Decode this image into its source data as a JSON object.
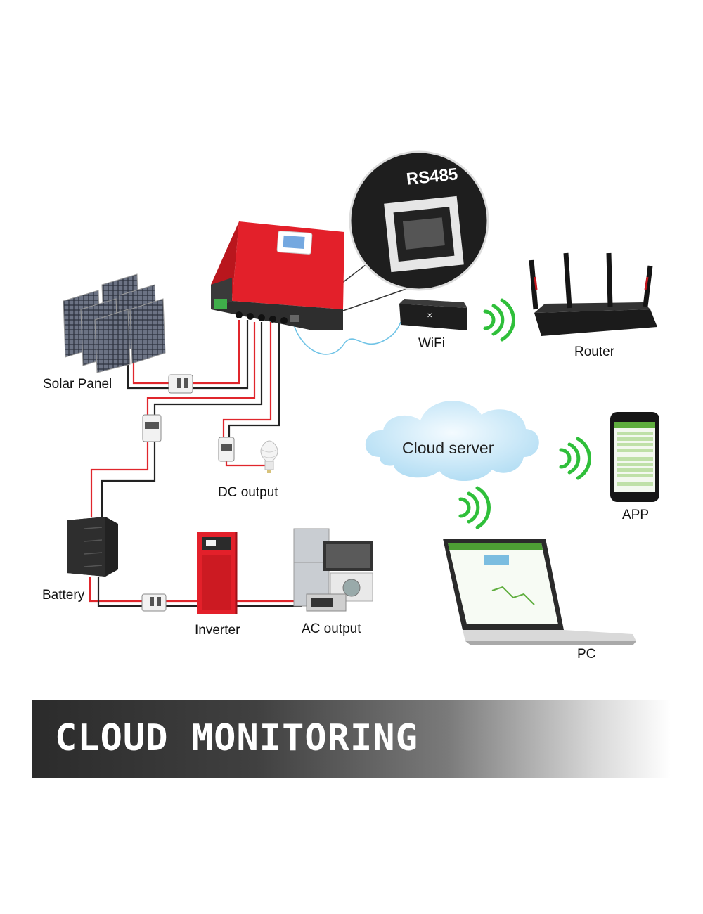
{
  "labels": {
    "solar_panel": "Solar Panel",
    "dc_output": "DC output",
    "battery": "Battery",
    "inverter": "Inverter",
    "ac_output": "AC output",
    "wifi": "WiFi",
    "router": "Router",
    "cloud_server": "Cloud server",
    "app": "APP",
    "pc": "PC",
    "rs485": "RS485"
  },
  "banner": {
    "title": "CLOUD MONITORING"
  },
  "colors": {
    "controller_red": "#e3202a",
    "wire_red": "#e0262c",
    "wire_black": "#222222",
    "signal_green": "#2fbf3a",
    "cloud_blue": "#bfe3f6",
    "cable_blue": "#6fc3e6"
  }
}
